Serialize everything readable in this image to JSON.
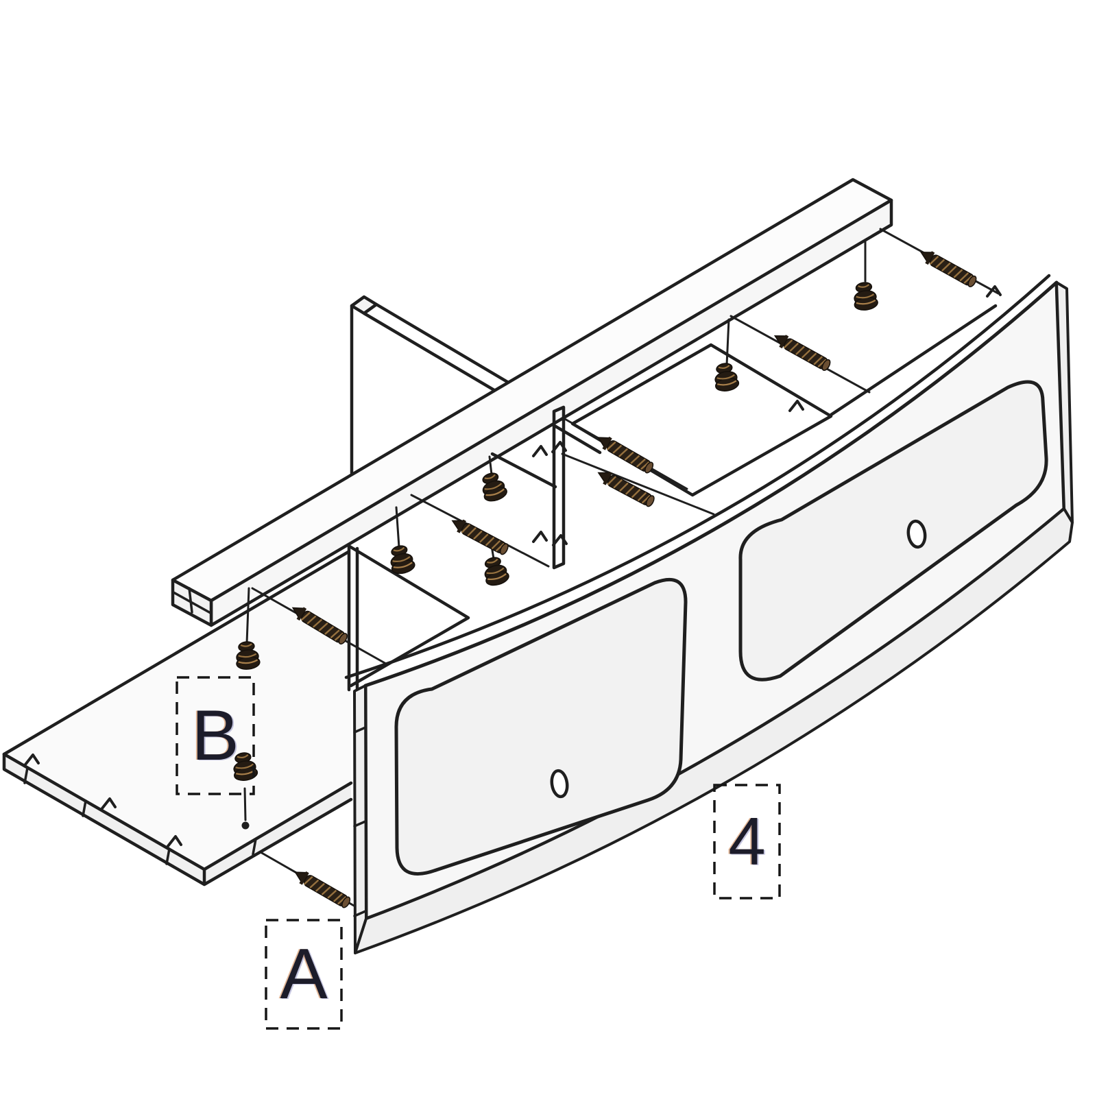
{
  "diagram": {
    "type": "furniture-assembly-exploded-view",
    "part_labels": {
      "b": "B",
      "a": "A",
      "panel_number": "4"
    },
    "hardware": {
      "cam_lock_count": 7,
      "dowel_screw_count": 7,
      "icons": [
        "cam-lock-icon",
        "dowel-screw-icon",
        "pin-icon",
        "notch-arrow-icon"
      ]
    },
    "parts": [
      "top-rail",
      "back-panel",
      "bottom-panel",
      "cabinet-frame",
      "front-door-panel"
    ],
    "colors": {
      "background": "#ffffff",
      "line": "#1f1f1f",
      "hardware_dark": "#241b12",
      "hardware_highlight": "#96713f",
      "label_text": "#1c1c2a"
    }
  }
}
